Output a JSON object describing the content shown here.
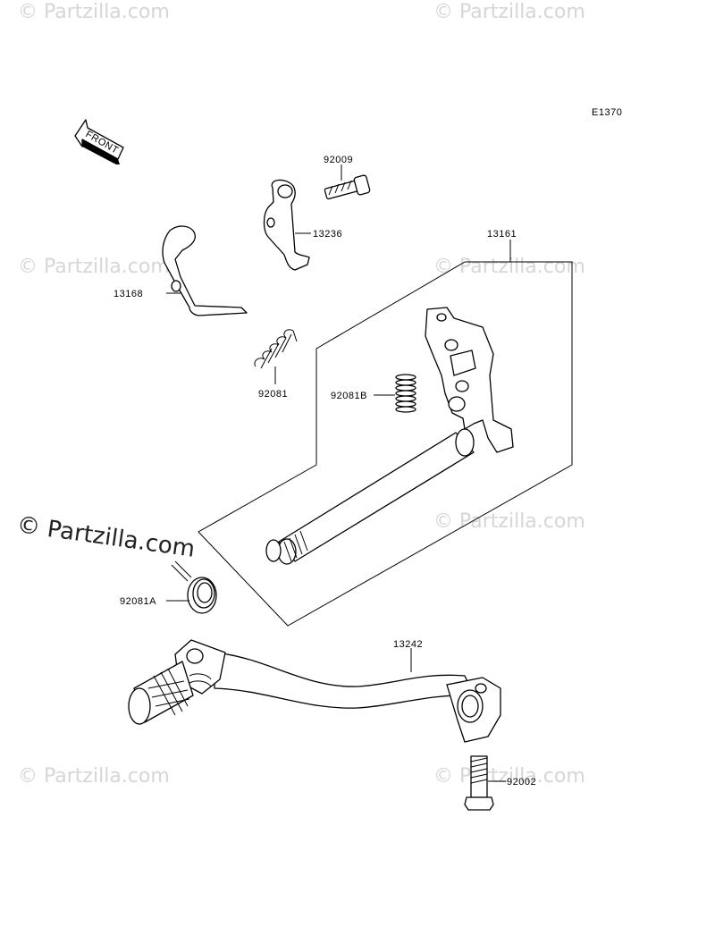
{
  "diagram_code": "E1370",
  "front_label": "FRONT",
  "watermark": "© Partzilla.com",
  "watermark_prominent": "© Partzilla.com",
  "parts": [
    {
      "id": "92009",
      "label": "92009"
    },
    {
      "id": "13236",
      "label": "13236"
    },
    {
      "id": "13168",
      "label": "13168"
    },
    {
      "id": "13161",
      "label": "13161"
    },
    {
      "id": "92081",
      "label": "92081"
    },
    {
      "id": "92081B",
      "label": "92081B"
    },
    {
      "id": "92081A",
      "label": "92081A"
    },
    {
      "id": "13242",
      "label": "13242"
    },
    {
      "id": "92002",
      "label": "92002"
    }
  ],
  "colors": {
    "line": "#000000",
    "watermark": "#d6d6d6",
    "part_fill": "#ffffff"
  }
}
